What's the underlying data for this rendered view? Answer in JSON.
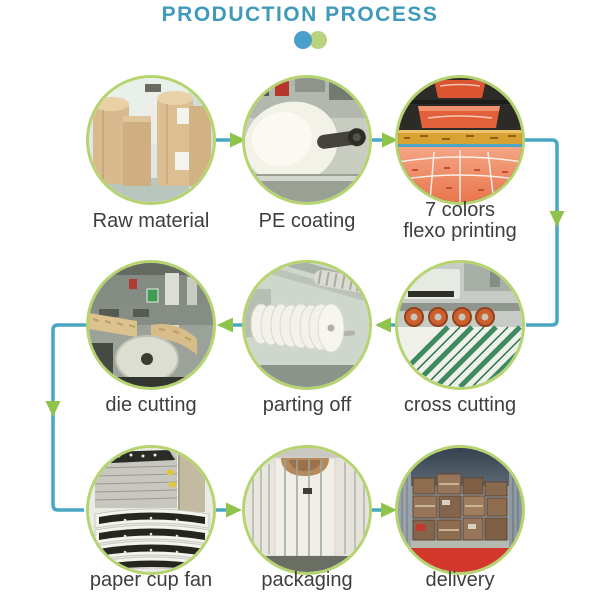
{
  "title": "PRODUCTION PROCESS",
  "colors": {
    "title": "#3f9aba",
    "line": "#49a6c5",
    "arrow": "#8ec44a",
    "ring": "#b5d46f",
    "dot-blue": "#4aa0c8",
    "dot-green": "#bad47e",
    "label": "#3e3e3e",
    "background": "#ffffff"
  },
  "steps": [
    {
      "label": "Raw material"
    },
    {
      "label": "PE coating"
    },
    {
      "label": "7 colors\nflexo printing"
    },
    {
      "label": "die cutting"
    },
    {
      "label": "parting off"
    },
    {
      "label": "cross cutting"
    },
    {
      "label": "paper cup fan"
    },
    {
      "label": "packaging"
    },
    {
      "label": "delivery"
    }
  ],
  "flow_order": [
    "Raw material",
    "PE coating",
    "7 colors flexo printing",
    "cross cutting",
    "parting off",
    "die cutting",
    "paper cup fan",
    "packaging",
    "delivery"
  ]
}
